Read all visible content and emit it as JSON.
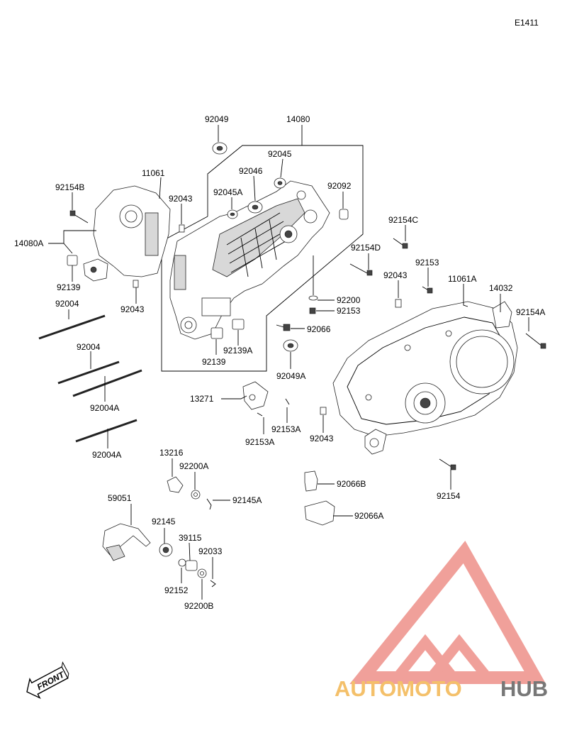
{
  "diagram_code": "E1411",
  "labels": {
    "l92049": "92049",
    "l14080": "14080",
    "l92045": "92045",
    "l92046": "92046",
    "l92045A": "92045A",
    "l92092": "92092",
    "l11061": "11061",
    "l92043a": "92043",
    "l92154B": "92154B",
    "l14080A": "14080A",
    "l92139a": "92139",
    "l92043b": "92043",
    "l92004a": "92004",
    "l92004b": "92004",
    "l92004A1": "92004A",
    "l92004A2": "92004A",
    "l92154C": "92154C",
    "l92154D": "92154D",
    "l92153a": "92153",
    "l92043c": "92043",
    "l11061A": "11061A",
    "l14032": "14032",
    "l92154A": "92154A",
    "l92200": "92200",
    "l92153b": "92153",
    "l92066": "92066",
    "l92139A": "92139A",
    "l92139b": "92139",
    "l92049A": "92049A",
    "l13271": "13271",
    "l92153A1": "92153A",
    "l92153A2": "92153A",
    "l92043d": "92043",
    "l13216": "13216",
    "l92200A": "92200A",
    "l92145A": "92145A",
    "l92066B": "92066B",
    "l92066A": "92066A",
    "l92154": "92154",
    "l59051": "59051",
    "l92145": "92145",
    "l39115": "39115",
    "l92033": "92033",
    "l92152": "92152",
    "l92200B": "92200B"
  },
  "front_label": "FRONT",
  "watermark": {
    "part1": "AUTOMOTO",
    "part2": "HUB",
    "color_primary": "#f0a09a",
    "color_secondary": "#f4c06a",
    "color_dark": "#777777"
  }
}
